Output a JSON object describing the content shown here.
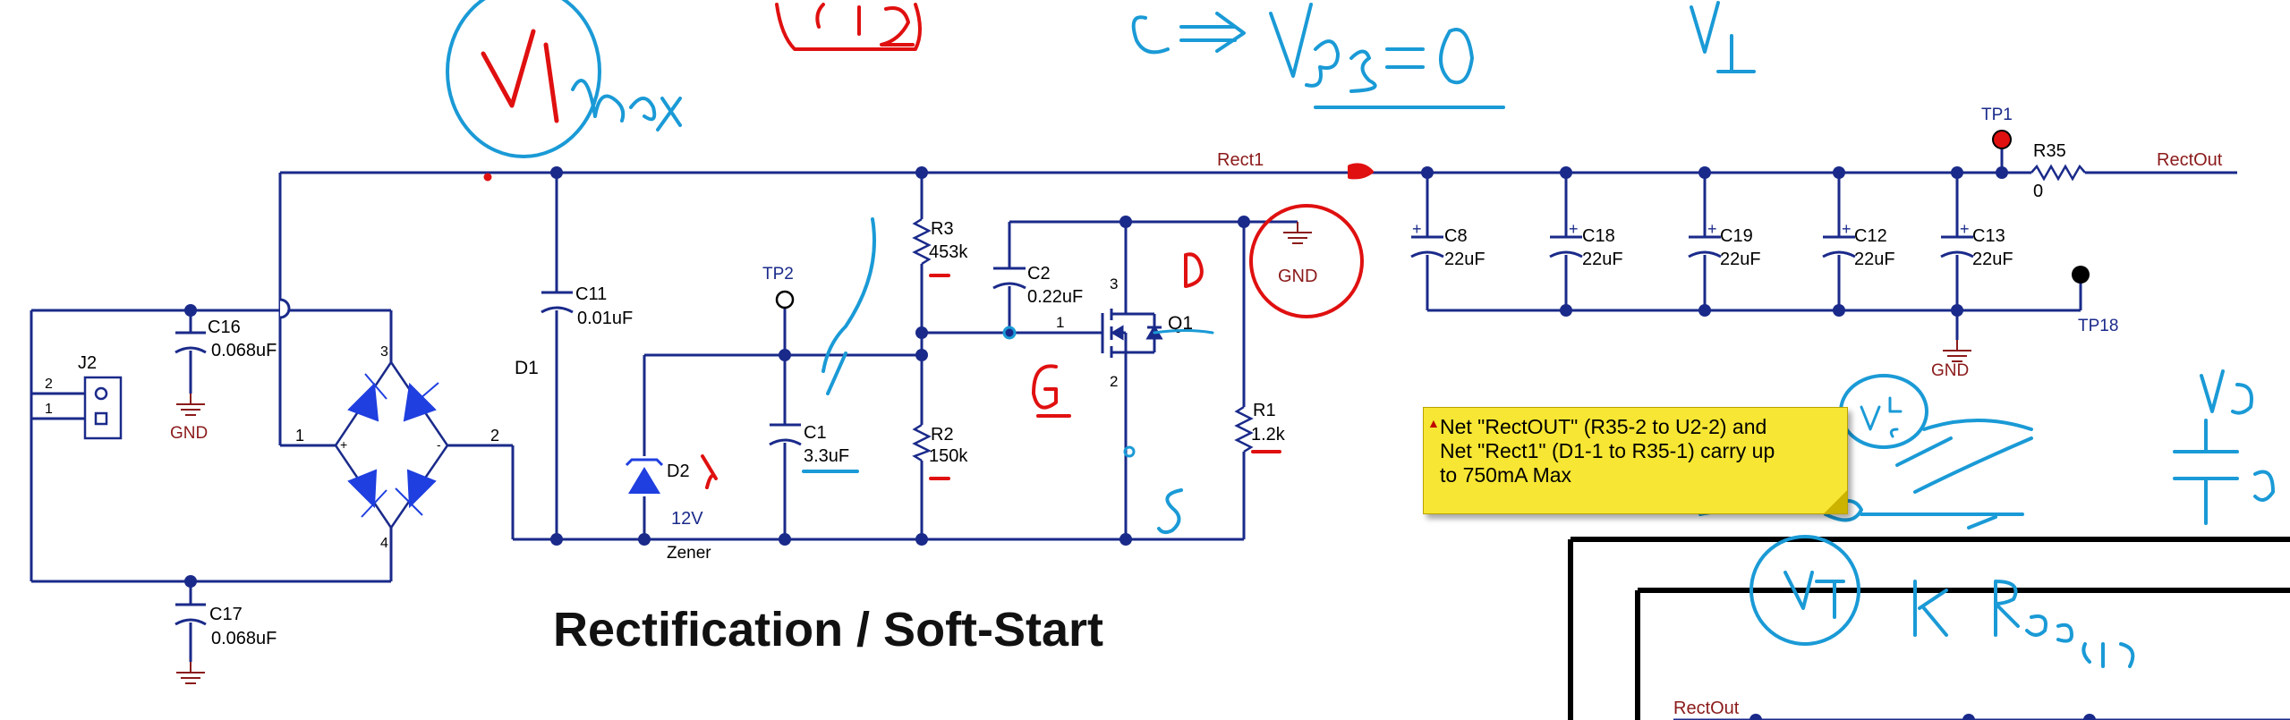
{
  "title": "Rectification / Soft-Start",
  "note": {
    "lines": [
      "Net \"RectOUT\" (R35-2 to U2-2) and",
      "Net \"Rect1\" (D1-1 to R35-1) carry up",
      "to 750mA Max"
    ]
  },
  "nets": {
    "rect1": "Rect1",
    "rect_out": "RectOut",
    "rect_out_lower": "RectOut"
  },
  "connector": {
    "ref": "J2",
    "pin2": "2",
    "pin1": "1"
  },
  "bridge": {
    "ref": "D1",
    "pin1": "1",
    "pin2": "2",
    "pin3": "3",
    "pin4": "4",
    "plus": "+",
    "minus": "-"
  },
  "capacitors": {
    "c16": {
      "ref": "C16",
      "value": "0.068uF"
    },
    "c17": {
      "ref": "C17",
      "value": "0.068uF"
    },
    "c11": {
      "ref": "C11",
      "value": "0.01uF"
    },
    "c1": {
      "ref": "C1",
      "value": "3.3uF"
    },
    "c2": {
      "ref": "C2",
      "value": "0.22uF"
    },
    "c8": {
      "ref": "C8",
      "value": "22uF"
    },
    "c18": {
      "ref": "C18",
      "value": "22uF"
    },
    "c19": {
      "ref": "C19",
      "value": "22uF"
    },
    "c12": {
      "ref": "C12",
      "value": "22uF"
    },
    "c13": {
      "ref": "C13",
      "value": "22uF"
    }
  },
  "resistors": {
    "r3": {
      "ref": "R3",
      "value": "453k"
    },
    "r2": {
      "ref": "R2",
      "value": "150k"
    },
    "r1": {
      "ref": "R1",
      "value": "1.2k"
    },
    "r35": {
      "ref": "R35",
      "value": "0"
    }
  },
  "zener": {
    "ref": "D2",
    "value": "12V",
    "type": "Zener"
  },
  "mosfet": {
    "ref": "Q1",
    "pin1": "1",
    "pin2": "2",
    "pin3": "3"
  },
  "test_points": {
    "tp1": "TP1",
    "tp2": "TP2",
    "tp18": "TP18"
  },
  "grounds": {
    "gnd1": "GND",
    "gnd2": "GND",
    "gnd3": "GND",
    "gnd4": "GND"
  },
  "colors": {
    "wire": "#1a2a8a",
    "component": "#1a2a8a",
    "diode": "#1f3fe0",
    "ground": "#8b1a1a",
    "annotation_blue": "#1a9ad6",
    "annotation_red": "#e01010",
    "note_bg": "#f7e633"
  },
  "annotations": {
    "v1max": "V1 max",
    "g_eq": "G => VGS = 0",
    "v1_top": "V1",
    "gnd_circled": "GND",
    "d_label": "D",
    "g_label": "G",
    "s_label": "S",
    "vd": "VD",
    "vgs": "VGS",
    "vi": "VI",
    "k_rds": "K RDS(on)"
  }
}
